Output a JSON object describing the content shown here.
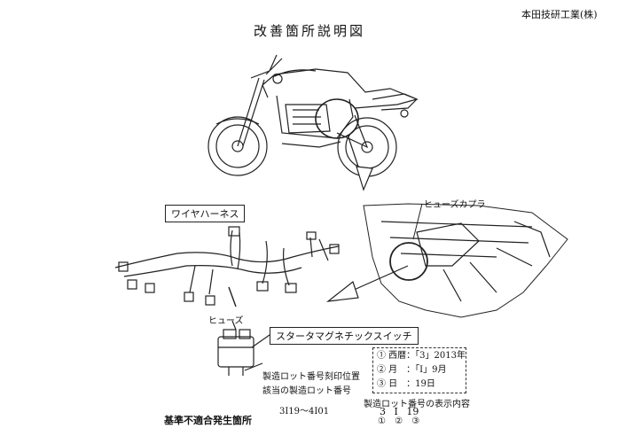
{
  "header": {
    "company": "本田技研工業(株)",
    "title": "改善箇所説明図"
  },
  "labels": {
    "wire_harness": "ワイヤハーネス",
    "fuse_coupler": "ヒューズカプラ",
    "fuse": "ヒューズ",
    "starter_magnetic_switch": "スタータマグネチックスイッチ",
    "lot_stamp_position": "製造ロット番号刻印位置",
    "applicable_lot_numbers": "該当の製造ロット番号",
    "lot_range": "3I19～4I01",
    "nonconformity_location": "基準不適合発生箇所"
  },
  "legend": {
    "items": [
      "① 西暦：「3」2013年",
      "② 月　：「I」9月",
      "③ 日　：19日"
    ]
  },
  "lot_display": {
    "title": "製造ロット番号の表示内容",
    "digits": "3 I 19",
    "markers": "① ② ③"
  }
}
